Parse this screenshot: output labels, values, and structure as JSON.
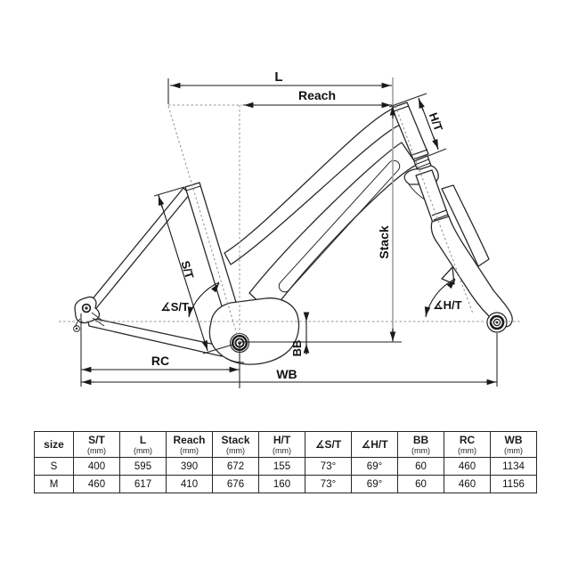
{
  "diagram": {
    "dims": {
      "l": "L",
      "reach": "Reach",
      "ht": "H/T",
      "stack": "Stack",
      "st": "S/T",
      "angle_st": "∡S/T",
      "angle_ht": "∡H/T",
      "bb": "BB",
      "rc": "RC",
      "wb": "WB"
    }
  },
  "table": {
    "columns": [
      {
        "label": "size",
        "unit": ""
      },
      {
        "label": "S/T",
        "unit": "(mm)"
      },
      {
        "label": "L",
        "unit": "(mm)"
      },
      {
        "label": "Reach",
        "unit": "(mm)"
      },
      {
        "label": "Stack",
        "unit": "(mm)"
      },
      {
        "label": "H/T",
        "unit": "(mm)"
      },
      {
        "label": "∡S/T",
        "unit": ""
      },
      {
        "label": "∡H/T",
        "unit": ""
      },
      {
        "label": "BB",
        "unit": "(mm)"
      },
      {
        "label": "RC",
        "unit": "(mm)"
      },
      {
        "label": "WB",
        "unit": "(mm)"
      }
    ],
    "rows": [
      {
        "size": "S",
        "cells": [
          "400",
          "595",
          "390",
          "672",
          "155",
          "73°",
          "69°",
          "60",
          "460",
          "1134"
        ]
      },
      {
        "size": "M",
        "cells": [
          "460",
          "617",
          "410",
          "676",
          "160",
          "73°",
          "69°",
          "60",
          "460",
          "1156"
        ]
      }
    ]
  },
  "colors": {
    "line": "#1a1a1a",
    "guide": "#909090",
    "background": "#ffffff"
  }
}
